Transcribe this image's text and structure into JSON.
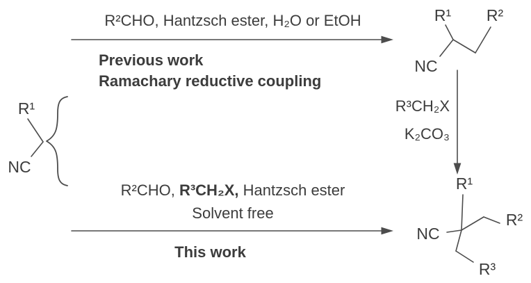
{
  "colors": {
    "background": "#ffffff",
    "text": "#3c3c3c",
    "line": "#4c4c4c"
  },
  "starting_material": {
    "r1": "R¹",
    "nc": "NC"
  },
  "top_reaction": {
    "reagents": "R²CHO, Hantzsch ester, H₂O or EtOH",
    "label_line1": "Previous work",
    "label_line2": "Ramachary reductive coupling"
  },
  "top_product": {
    "r1": "R¹",
    "r2": "R²",
    "nc": "NC"
  },
  "side_reaction": {
    "reagent_line1": "R³CH₂X",
    "reagent_line2": "K₂CO₃"
  },
  "bottom_reaction": {
    "reagents_part1": "R²CHO, ",
    "reagents_part2_bold": "R³CH₂X,",
    "reagents_part3": " Hantzsch ester",
    "conditions": "Solvent free",
    "label": "This work"
  },
  "bottom_product": {
    "r1": "R¹",
    "r2": "R²",
    "r3": "R³",
    "nc": "NC"
  }
}
